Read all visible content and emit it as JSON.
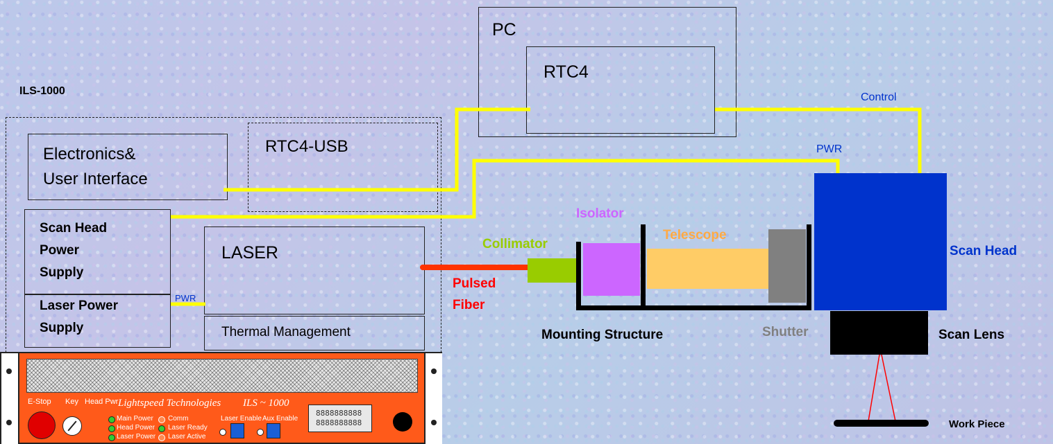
{
  "ils": {
    "title": "ILS-1000",
    "electronics_label_line1": "Electronics&",
    "electronics_label_line2": "User Interface",
    "rtc4usb_label": "RTC4-USB",
    "scan_head_ps_line1": "Scan Head",
    "scan_head_ps_line2": "Power",
    "scan_head_ps_line3": "Supply",
    "laser_ps_line1": "Laser Power",
    "laser_ps_line2": "Supply",
    "pwr_label": "PWR",
    "laser_label": "LASER",
    "thermal_label": "Thermal Management"
  },
  "pc": {
    "label": "PC",
    "rtc4_label": "RTC4"
  },
  "connections": {
    "control_label": "Control",
    "pwr_label": "PWR"
  },
  "optics": {
    "collimator": "Collimator",
    "isolator": "Isolator",
    "telescope": "Telescope",
    "shutter": "Shutter",
    "mounting": "Mounting Structure",
    "pulsed_line1": "Pulsed",
    "pulsed_line2": "Fiber",
    "scan_head": "Scan Head",
    "scan_lens": "Scan Lens",
    "work_piece": "Work Piece"
  },
  "panel": {
    "estop": "E-Stop",
    "key": "Key",
    "head_pwr": "Head Pwr",
    "brand": "Lightspeed Technologies",
    "model": "ILS ~ 1000",
    "led_main_power": "Main Power",
    "led_head_power": "Head Power",
    "led_laser_power": "Laser Power",
    "led_comm": "Comm",
    "led_laser_ready": "Laser Ready",
    "led_laser_active": "Laser Active",
    "laser_enable": "Laser Enable",
    "aux_enable": "Aux Enable",
    "display_line1": "8888888888",
    "display_line2": "8888888888"
  },
  "colors": {
    "yellow_cable": "#ffff00",
    "red_fiber": "#ff3300",
    "collimator": "#99cc00",
    "isolator": "#cc66ff",
    "telescope": "#ffcc66",
    "shutter": "#808080",
    "scan_head": "#0033cc",
    "panel": "#ff5a1a"
  }
}
